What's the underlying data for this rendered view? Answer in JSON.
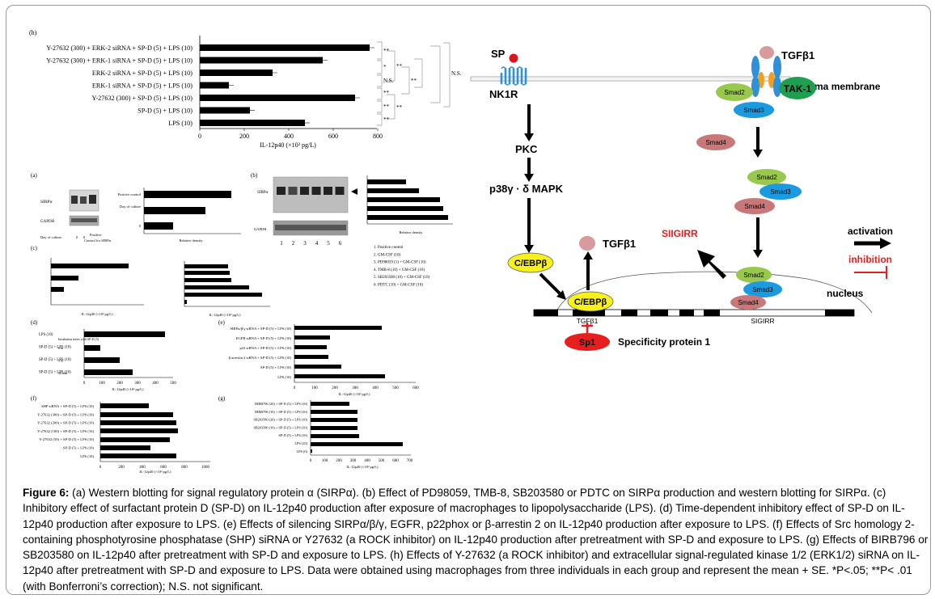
{
  "panel_h": {
    "label": "(h)",
    "rows": [
      "Y-27632 (300) + ERK-2 siRNA + SP-D (5) + LPS (10)",
      "Y-27632 (300) + ERK-1 siRNA + SP-D (5) + LPS (10)",
      "ERK-2 siRNA + SP-D (5) + LPS (10)",
      "ERK-1 siRNA + SP-D (5) + LPS (10)",
      "Y-27632 (300) + SP-D (5) + LPS (10)",
      "SP-D (5) + LPS (10)",
      "LPS (10)"
    ],
    "ticks": [
      "0",
      "200",
      "400",
      "600",
      "800"
    ],
    "axis_label": "IL-12p40 (×10² pg/L)",
    "stars": [
      "**",
      "*",
      "N.S.",
      "**",
      "**",
      "**",
      "**",
      "**",
      "**",
      "N.S."
    ]
  },
  "panel_a": {
    "label": "(a)",
    "blot_labels": [
      "SIRPα",
      "GAPDH"
    ],
    "blot_xaxis": "Day of culture",
    "blot_lanes": [
      "0",
      "0",
      "Positive",
      "Control for SIRPα"
    ],
    "bar_labels": [
      "Positive control",
      "Day of culture",
      "0"
    ],
    "axis_label": "Relative density"
  },
  "panel_b": {
    "label": "(b)",
    "lanes": [
      "1",
      "2",
      "3",
      "4",
      "5",
      "6"
    ],
    "blot_labels": [
      "SIRPα",
      "GAPDH"
    ],
    "axis_label": "Relative density",
    "legend": [
      "1. Positive control",
      "2. GM-CSF (10)",
      "3. PD98059 (1) + GM-CSF (10)",
      "4. TMB-8 (10) + GM-CSF (10)",
      "5. SB203580 (10) + GM-CSF (10)",
      "6. PDTC (10) + GM-CSF (10)"
    ]
  },
  "panel_c": {
    "label": "(c)",
    "axis_label": "IL-12p40 (×10² pg/L)"
  },
  "panel_d": {
    "label": "(d)",
    "rows": [
      "LPS (10)",
      "SP-D (5) + LPS (10)",
      "SP-D (5) + LPS (10)",
      "SP-D (5) + LPS (10)"
    ],
    "incubation": [
      "Incubation times with SP-D (5)",
      "6 hr",
      "3 hr",
      "30 min"
    ],
    "ticks": [
      "0",
      "100",
      "200",
      "300",
      "400",
      "500"
    ],
    "axis_label": "IL-12p40 (×10² pg/L)"
  },
  "panel_e": {
    "label": "(e)",
    "rows": [
      "SIRPα/β/γ siRNA + SP-D (5) + LPS (10)",
      "EGFR siRNA + SP-D (5) + LPS (10)",
      "p22 siRNA + SP-D (5) + LPS (10)",
      "β arrestin 2 siRNA + SP-D (5) + LPS (10)",
      "SP-D (5) + LPS (10)",
      "LPS (10)"
    ],
    "ticks": [
      "0",
      "100",
      "200",
      "300",
      "400",
      "500",
      "600"
    ],
    "axis_label": "IL-12p40 (×10² pg/L)"
  },
  "panel_f": {
    "label": "(f)",
    "rows": [
      "SHP siRNA + SP-D (5) + LPS (10)",
      "Y-27632 (300) + SP-D (5) + LPS (10)",
      "Y-27632 (200) + SP-D (5) + LPS (10)",
      "Y-27632 (100) + SP-D (5) + LPS (10)",
      "Y-27632 (50) + SP-D (5) + LPS (10)",
      "SP-D (5) + LPS (10)",
      "LPS (10)"
    ],
    "ticks": [
      "0",
      "200",
      "400",
      "600",
      "800",
      "1000"
    ],
    "axis_label": "IL-12p40 (×10² pg/L)"
  },
  "panel_g": {
    "label": "(g)",
    "rows": [
      "BIRB796 (20) + SP-D (5) + LPS (10)",
      "BIRB796 (10) + SP-D (5) + LPS (10)",
      "SB203580 (20) + SP-D (5) + LPS (10)",
      "SB203580 (10) + SP-D (5) + LPS (10)",
      "SP-D (5) + LPS (10)",
      "LPS (10)",
      "LPS (0)"
    ],
    "ticks": [
      "0",
      "100",
      "200",
      "300",
      "400",
      "500",
      "600",
      "700"
    ],
    "axis_label": "IL-12p40 (×10² pg/L)"
  },
  "diagram": {
    "sp": "SP",
    "nk1r": "NK1R",
    "pkc": "PKC",
    "mapk": "p38γ · δ MAPK",
    "cebpb": "C/EBPβ",
    "tgfb1": "TGFβ1",
    "tak1": "TAK-1",
    "plasma_membrane": "plasma membrane",
    "smad2": "Smad2",
    "smad3": "Smad3",
    "smad4": "Smad4",
    "siigirr": "SIIGIRR",
    "sigirr": "SIGIRR",
    "nucleus": "nucleus",
    "sp1": "Sp1",
    "sp1_full": "Specificity protein 1",
    "activation": "activation",
    "inhibition": "inhibition",
    "colors": {
      "sp_dot": "#e0141e",
      "cebp": "#f6f01e",
      "tgf_ball": "#d89a9a",
      "receptor": "#2f8fd8",
      "receptor_orange": "#f0a020",
      "smad2": "#98c84c",
      "smad3": "#1c9ae0",
      "smad4": "#c87878",
      "tak1": "#1ea050",
      "sp1": "#e61e1e",
      "siigirr": "#e61e1e"
    }
  },
  "caption": {
    "label": "Figure 6:",
    "text": " (a) Western blotting for signal regulatory protein α (SIRPα). (b) Effect of  PD98059, TMB-8, SB203580 or PDTC on SIRPα production and western blotting for SIRPα. (c) Inhibitory effect of surfactant protein D (SP-D) on IL-12p40 production after exposure of macrophages to lipopolysaccharide (LPS). (d) Time-dependent inhibitory effect of SP-D on IL-12p40 production after exposure to LPS. (e) Effects of silencing SIRPα/β/γ, EGFR, p22phox or β-arrestin 2 on IL-12p40 production after exposure to LPS. (f) Effects of Src homology 2-containing phosphotyrosine phosphatase (SHP) siRNA or Y27632 (a ROCK inhibitor) on IL-12p40 production after pretreatment with SP-D and exposure to LPS. (g) Effects of BIRB796 or SB203580 on IL-12p40 after pretreatment with SP-D and exposure to LPS. (h) Effects of Y-27632 (a ROCK inhibitor) and extracellular signal-regulated kinase 1/2 (ERK1/2) siRNA on IL-12p40 after pretreatment with SP-D and exposure to LPS. Data were obtained using macrophages from three individuals in each group and represent the mean + SE. *P<.05; **P< .01 (with Bonferroni’s correction); N.S. not significant."
  }
}
